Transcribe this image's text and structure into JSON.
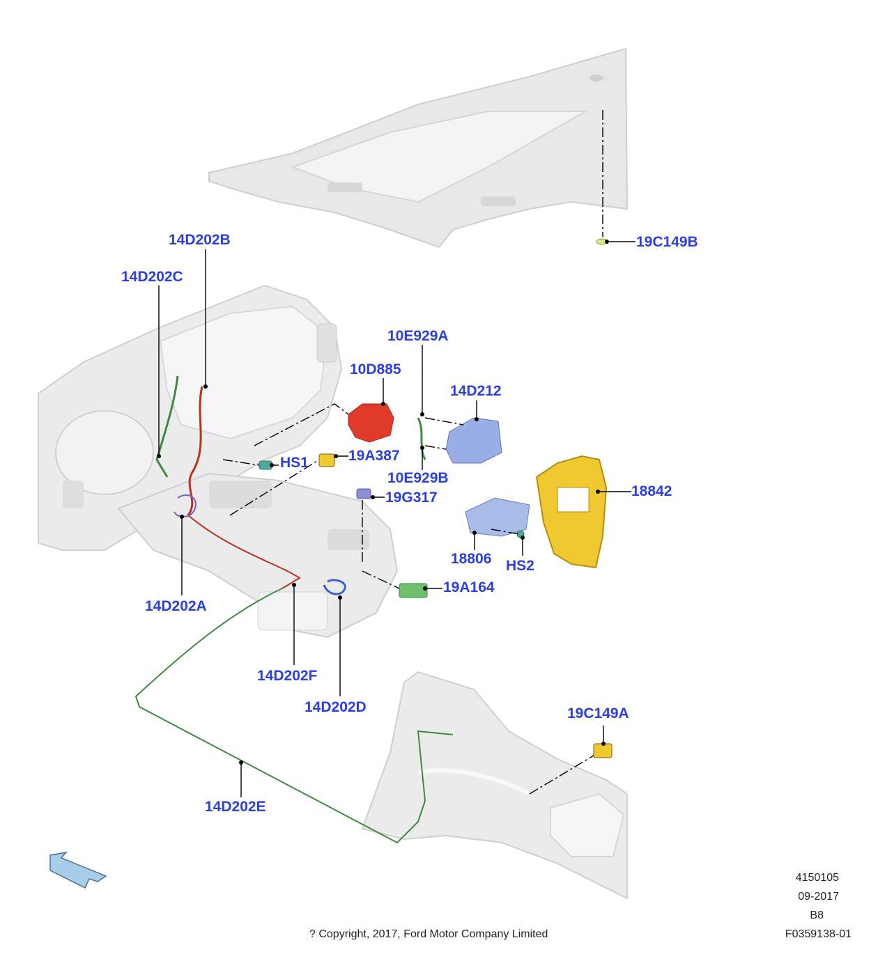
{
  "callouts": {
    "c19c149b": "19C149B",
    "c14d202b": "14D202B",
    "c14d202c": "14D202C",
    "c10e929a": "10E929A",
    "c10d885": "10D885",
    "c14d212": "14D212",
    "chs1": "HS1",
    "c19a387": "19A387",
    "c10e929b": "10E929B",
    "c18842": "18842",
    "c19g317": "19G317",
    "c18806": "18806",
    "chs2": "HS2",
    "c19a164": "19A164",
    "c14d202a": "14D202A",
    "c14d202f": "14D202F",
    "c14d202d": "14D202D",
    "c19c149a": "19C149A",
    "c14d202e": "14D202E"
  },
  "footer": {
    "ref_number": "4150105",
    "date": "09-2017",
    "code": "B8",
    "figure_id": "F0359138-01",
    "copyright": "? Copyright, 2017, Ford Motor Company Limited"
  },
  "colors": {
    "callout_text": "#2b3fe0",
    "leader_line": "#000000",
    "part_grey": "#e3e3e3",
    "harness_green": "#3f8a3f",
    "harness_red": "#b8321f",
    "bracket_red": "#e03a2a",
    "module_blue": "#9aaee6",
    "bezel_yellow": "#f0c830",
    "arrow_blue": "#a8cdeb"
  }
}
